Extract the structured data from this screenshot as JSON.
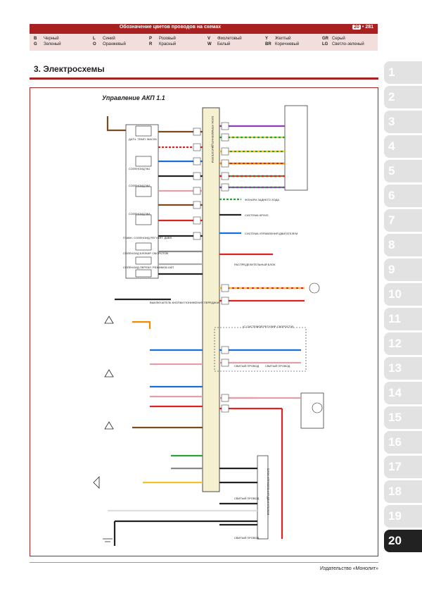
{
  "header": {
    "title": "Обозначение цветов проводов на схемах",
    "chapter": "20",
    "page": "281",
    "codes": [
      {
        "code": "B",
        "name": "Черный"
      },
      {
        "code": "G",
        "name": "Зеленый"
      },
      {
        "code": "L",
        "name": "Синий"
      },
      {
        "code": "O",
        "name": "Оранжевый"
      },
      {
        "code": "P",
        "name": "Розовый"
      },
      {
        "code": "R",
        "name": "Красный"
      },
      {
        "code": "V",
        "name": "Фиолетовый"
      },
      {
        "code": "W",
        "name": "Белый"
      },
      {
        "code": "Y",
        "name": "Желтый"
      },
      {
        "code": "BR",
        "name": "Коричневый"
      },
      {
        "code": "GR",
        "name": "Серый"
      },
      {
        "code": "LG",
        "name": "Светло-зеленый"
      }
    ]
  },
  "section_title": "3. Электросхемы",
  "diagram": {
    "title": "Управление АКП 1.1",
    "labels": {
      "temp_sensor": "ДАТЧ. ТЕМП. МАСЛА",
      "solenoid1": "СОЛЕНОИД №1",
      "solenoid2": "СОЛЕНОИД №2",
      "solenoid3": "СОЛЕНОИД №3",
      "main_solenoid": "ГЛАВН. СОЛЕНОИД РЕГУЛЯТ. ДАВЛ.",
      "lock_solenoid": "СОЛЕНОИД БЛОКИР. ОБОРОТОВ",
      "switch_solenoid": "СОЛЕНОИД ПЕРЕКЛ. РЕЖИМОВ АКП",
      "reverse_lights": "ФОНАРИ ЗАДНЕГО ХОДА",
      "cruise": "СИСТЕМА КРУИЗ",
      "engine_ctrl": "СИСТЕМА УПРАВЛЕНИЯ ДВИГАТЕЛЕМ",
      "dist_block": "РАСПРЕДЕЛИТЕЛЬНЫЙ БЛОК",
      "downshift": "ВЫКЛЮЧАТЕЛЬ КНОПКИ ПОНИЖЕНИЯ ПЕРЕДАЧИ",
      "cruise_sys": "(С СИСТЕМОЙ РЕГУЛИР. СКОРОСТИ)",
      "twisted1": "СВИТЫЙ ПРОВОД",
      "twisted2": "СВИТЫЙ ПРОВОД",
      "twisted3": "СВИТЫЙ ПРОВОД",
      "twisted4": "СВИТЫЙ ПРОВОД",
      "ecu": "БЛОК УПРАВЛЕНИЯ ДВИГАТЕЛЕМ",
      "ecu2": "БЛОК УПРАВЛЕНИЯ ДВИГАТЕЛЕМ"
    }
  },
  "tabs": [
    "1",
    "2",
    "3",
    "4",
    "5",
    "6",
    "7",
    "8",
    "9",
    "10",
    "11",
    "12",
    "13",
    "14",
    "15",
    "16",
    "17",
    "18",
    "19",
    "20"
  ],
  "active_tab": "20",
  "footer": "Издательство «Монолит»"
}
